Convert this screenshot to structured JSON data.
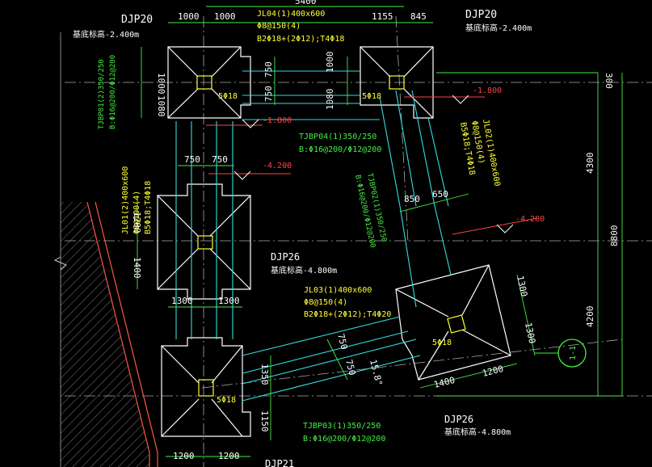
{
  "palette": {
    "background": "#000000",
    "white": "#ffffff",
    "yellow": "#ffff33",
    "green": "#44ee44",
    "red": "#ff4444",
    "cyan": "#33dddd",
    "magenta": "#ff66ff",
    "footing_hatch": "#ff5544"
  },
  "footings": {
    "djp20_left": {
      "name": "DJP20",
      "elevation": "基底标高-2.400m"
    },
    "djp20_right": {
      "name": "DJP20",
      "elevation": "基底标高-2.400m"
    },
    "djp26_mid": {
      "name": "DJP26",
      "elevation": "基底标高-4.800m"
    },
    "djp26_bottom": {
      "name": "DJP26",
      "elevation": "基底标高-4.800m"
    },
    "djp21_bottom": {
      "name": "DJP21"
    }
  },
  "beams": {
    "jl04": {
      "line1": "JL04(1)400x600",
      "line2": "Φ8@150(4)",
      "line3": "B2Φ18+(2Φ12);T4Φ18"
    },
    "jl03": {
      "line1": "JL03(1)400x600",
      "line2": "Φ8@150(4)",
      "line3": "B2Φ18+(2Φ12);T4Φ20"
    },
    "jl01": {
      "line1": "JL01(2)400x600",
      "line2": "Φ8@100(4)",
      "line3": "B5Φ18;T4Φ18"
    },
    "jl02": {
      "line1": "JL02(1)400x600",
      "line2": "Φ8@150(4)",
      "line3": "B5Φ18;T4Φ18"
    }
  },
  "tie_beams": {
    "tjbp01": {
      "line1": "TJBP01(2)350/250",
      "line2": "B:Φ16@200/Φ12@200"
    },
    "tjbp04": {
      "line1": "TJBP04(1)350/250",
      "line2": "B:Φ16@200/Φ12@200"
    },
    "tjbp02": {
      "line1": "TJBP02(1)350/250",
      "line2": "B:Φ16@200/Φ12@200"
    },
    "tjbp03": {
      "line1": "TJBP03(1)350/250",
      "line2": "B:Φ16@200/Φ12@200"
    }
  },
  "column_rebar": {
    "c1": "5Φ18",
    "c2": "5Φ18",
    "c3": "5Φ18",
    "c4": "5Φ18"
  },
  "elevation_marks": {
    "e1": "-1.800",
    "e2": "-1.800",
    "e3": "-4.200",
    "e4": "-4.200"
  },
  "dimensions": {
    "top_1000_a": "1000",
    "top_1000_b": "1000",
    "top_1155": "1155",
    "top_845": "845",
    "top_overall": "5400",
    "left_1000": "1000",
    "left_1080": "1080",
    "mid_750_a": "750",
    "mid_750_b": "750",
    "right_1000": "1000",
    "right_1080": "1080",
    "horiz_750_a": "750",
    "horiz_750_b": "750",
    "left_1200": "1200",
    "left_1400": "1400",
    "mid_1300_a": "1300",
    "mid_1300_b": "1300",
    "diag_850": "850",
    "diag_650": "650",
    "right_300": "300",
    "right_4300": "4300",
    "right_4200": "4200",
    "right_overall": "8800",
    "rot_1300_a": "1300",
    "rot_1300_b": "1300",
    "bot_1400": "1400",
    "bot_1200_r": "1200",
    "diag_750_a": "750",
    "diag_750_b": "750",
    "angle": "15.8°",
    "left_1350": "1350",
    "left_1150": "1150",
    "bot_1200_a": "1200",
    "bot_1200_b": "1200"
  },
  "section_mark": "1-1"
}
